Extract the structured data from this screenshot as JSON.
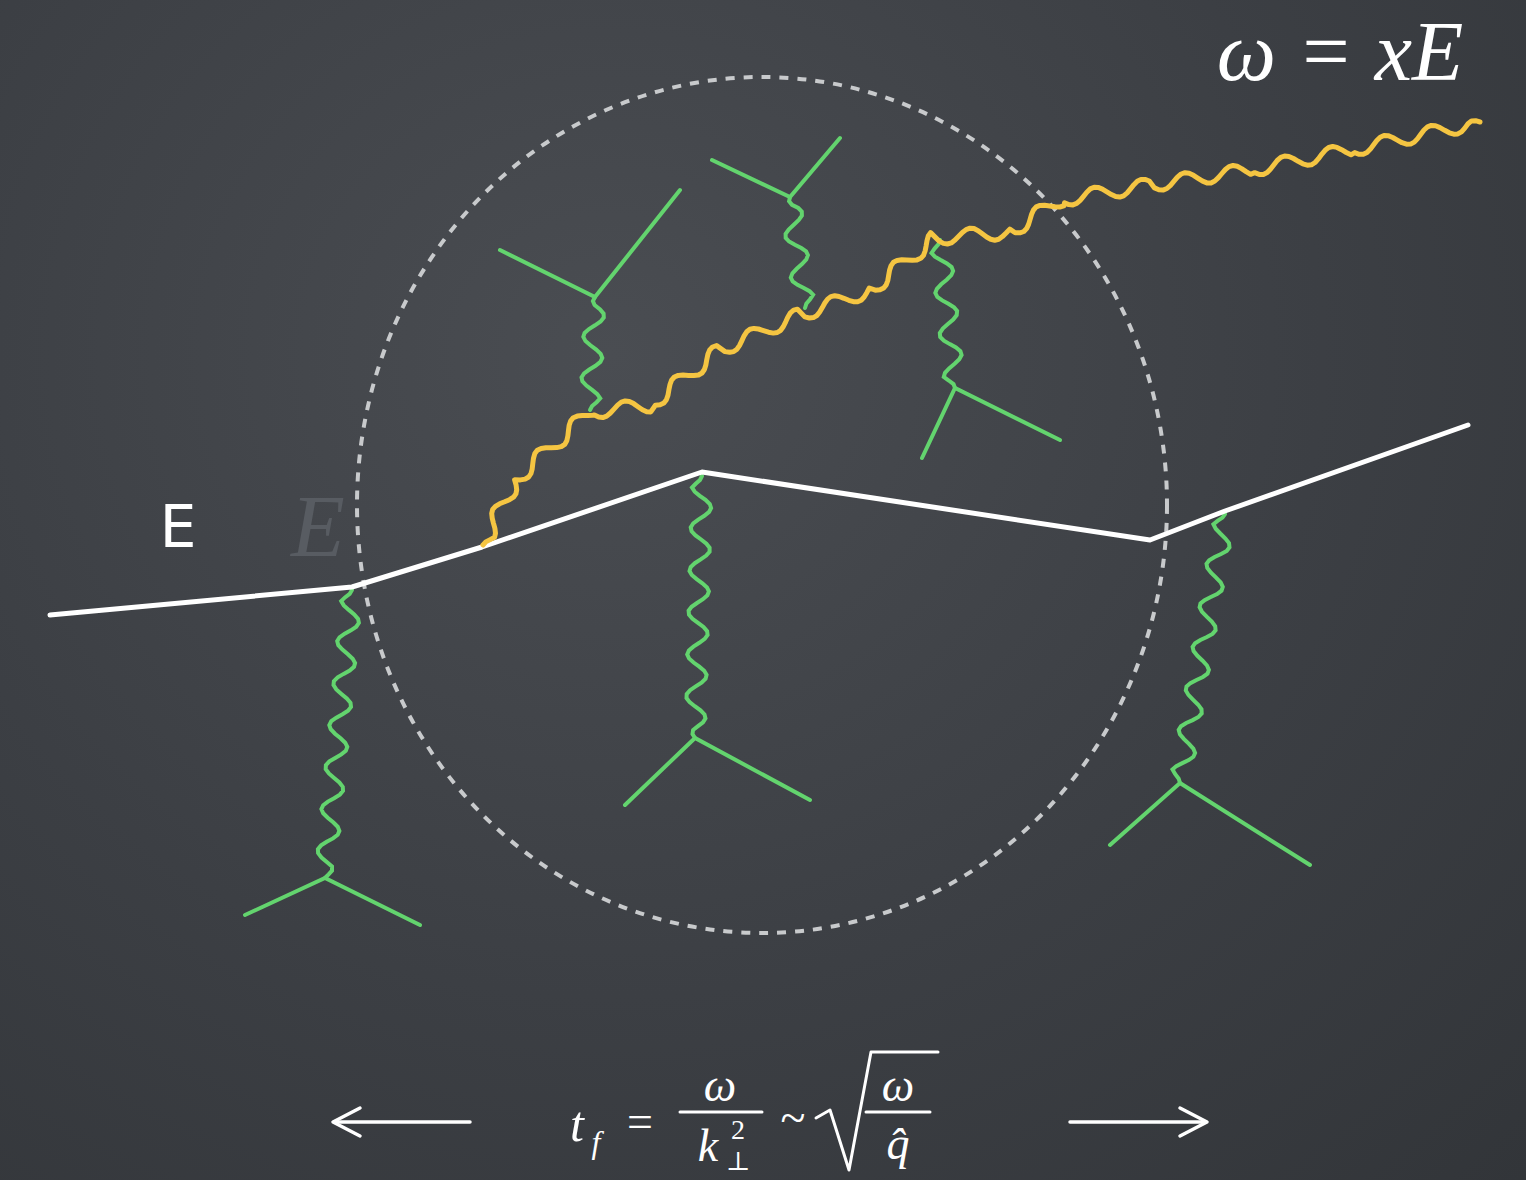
{
  "diagram": {
    "labels": [
      "ω = xE",
      "E",
      "E",
      "t",
      "f",
      "=",
      "ω",
      "k",
      "2",
      "⊥",
      "~",
      "ω",
      "q̂"
    ]
  }
}
